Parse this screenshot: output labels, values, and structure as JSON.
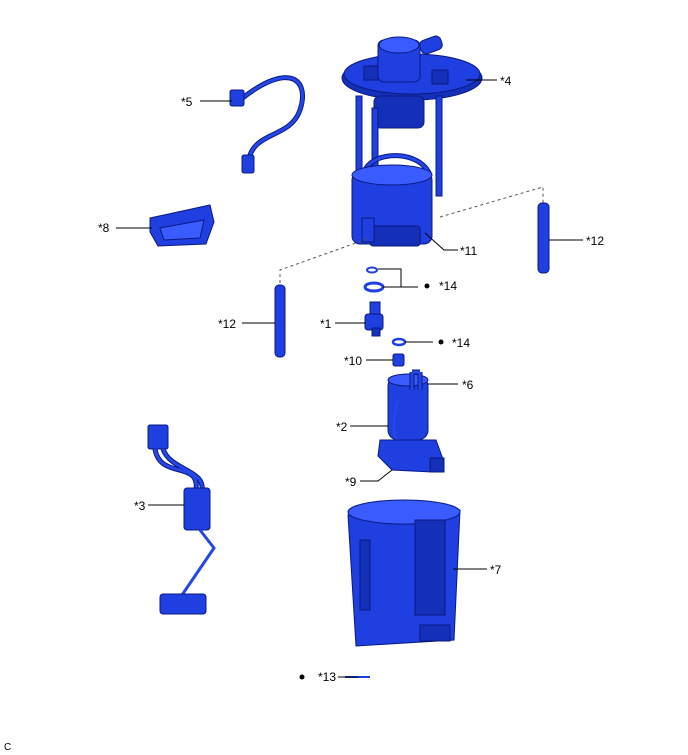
{
  "diagram": {
    "labels": {
      "p1": "*1",
      "p2": "*2",
      "p3": "*3",
      "p4": "*4",
      "p5": "*5",
      "p6": "*6",
      "p7": "*7",
      "p8": "*8",
      "p9": "*9",
      "p10": "*10",
      "p11": "*11",
      "p12a": "*12",
      "p12b": "*12",
      "p13": "*13",
      "p14a": "*14",
      "p14b": "*14"
    },
    "corner_code": "C",
    "colors": {
      "part": "#1f3fe0",
      "outline": "#0a1a80"
    }
  }
}
